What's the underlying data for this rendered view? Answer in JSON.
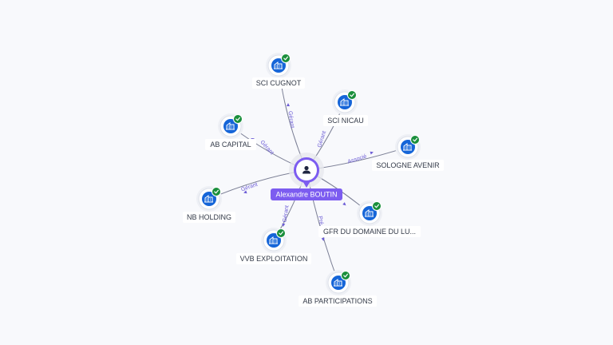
{
  "colors": {
    "background": "#f8f9fc",
    "company_icon": "#1565d8",
    "verified_badge": "#1a8f3c",
    "person_node": "#7c5cf0",
    "edge": "#7b7f95",
    "edge_label": "#6b5bd6"
  },
  "center": {
    "label": "Alexandre BOUTIN",
    "icon": "person-icon"
  },
  "companies": [
    {
      "id": "sci-cugnot",
      "label": "SCI CUGNOT",
      "relation": "Gérant",
      "icon": "building-icon",
      "verified": true
    },
    {
      "id": "sci-nicau",
      "label": "SCI NICAU",
      "relation": "Gérant",
      "icon": "building-icon",
      "verified": true
    },
    {
      "id": "ab-capital",
      "label": "AB CAPITAL",
      "relation": "Gérant",
      "icon": "building-icon",
      "verified": true
    },
    {
      "id": "sologne-avenir",
      "label": "SOLOGNE AVENIR",
      "relation": "Associé",
      "icon": "building-icon",
      "verified": true
    },
    {
      "id": "nb-holding",
      "label": "NB HOLDING",
      "relation": "Gérant",
      "icon": "building-icon",
      "verified": true
    },
    {
      "id": "gfr-domaine",
      "label": "GFR DU DOMAINE DU LU...",
      "relation": "",
      "icon": "building-icon",
      "verified": true
    },
    {
      "id": "vvb-exploitation",
      "label": "VVB EXPLOITATION",
      "relation": "Gérant",
      "icon": "building-icon",
      "verified": true
    },
    {
      "id": "ab-participations",
      "label": "AB PARTICIPATIONS",
      "relation": "Pré...nt",
      "icon": "building-icon",
      "verified": true
    }
  ]
}
